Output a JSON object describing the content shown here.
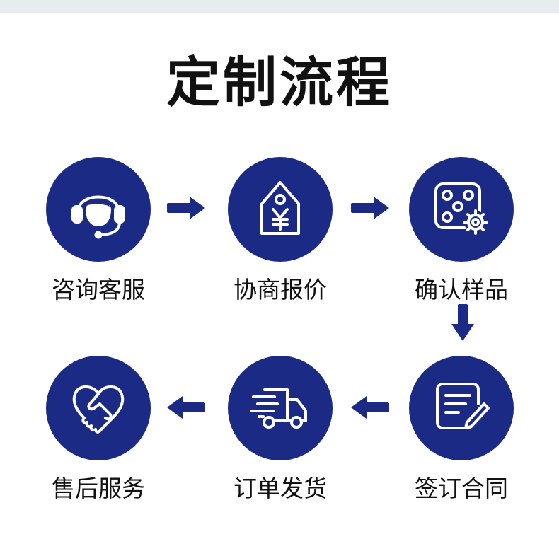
{
  "title": "定制流程",
  "steps": [
    {
      "label": "咨询客服",
      "icon": "headset-agent-icon"
    },
    {
      "label": "协商报价",
      "icon": "price-tag-yen-icon"
    },
    {
      "label": "确认样品",
      "icon": "sample-dice-gear-icon"
    },
    {
      "label": "签订合同",
      "icon": "contract-pen-icon"
    },
    {
      "label": "订单发货",
      "icon": "delivery-truck-icon"
    },
    {
      "label": "售后服务",
      "icon": "handshake-heart-icon"
    }
  ],
  "colors": {
    "accent": "#1b2b85",
    "text": "#111111",
    "background": "#ffffff"
  }
}
